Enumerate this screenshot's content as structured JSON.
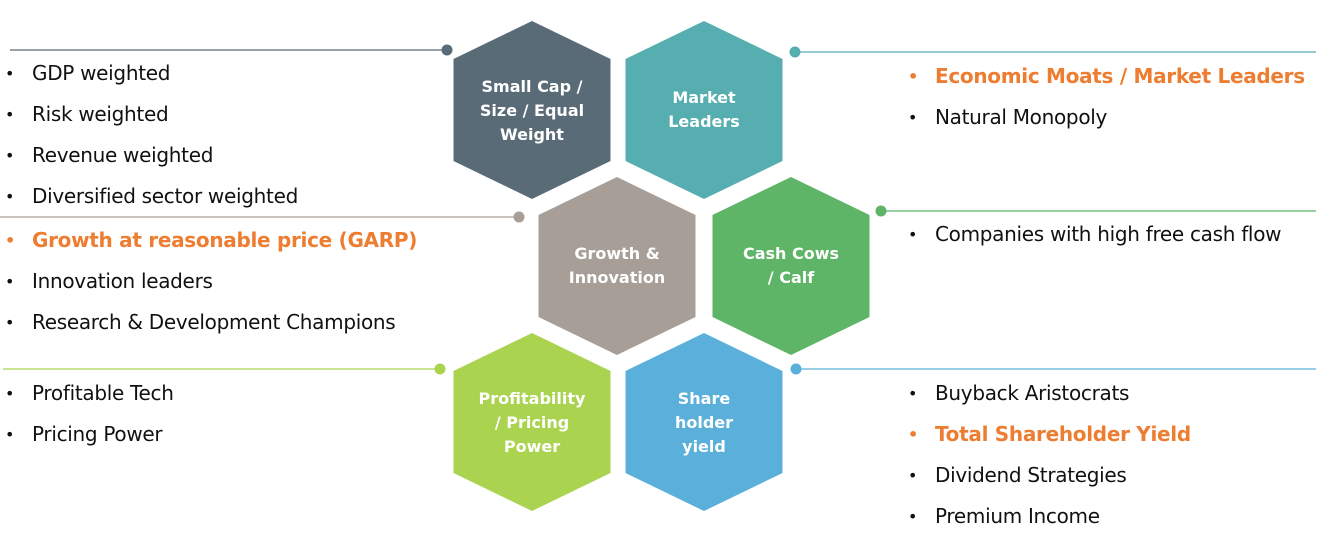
{
  "colors": {
    "slate": "#5A6B78",
    "teal": "#57AEB0",
    "taupe": "#A79F97",
    "green": "#5EB467",
    "lime": "#AAD350",
    "blue": "#5BB0DB",
    "highlight": "#ED7D31",
    "text": "#111111"
  },
  "hexagons": [
    {
      "id": "small-cap",
      "lines": [
        "Small Cap /",
        "Size / Equal",
        "Weight"
      ],
      "color": "#5A6B78"
    },
    {
      "id": "market-leaders",
      "lines": [
        "Market",
        "Leaders"
      ],
      "color": "#57AEB0"
    },
    {
      "id": "growth-innovation",
      "lines": [
        "Growth &",
        "Innovation"
      ],
      "color": "#A79F97"
    },
    {
      "id": "cash-cows",
      "lines": [
        "Cash Cows",
        "/ Calf"
      ],
      "color": "#5EB467"
    },
    {
      "id": "profitability",
      "lines": [
        "Profitability",
        "/ Pricing",
        "Power"
      ],
      "color": "#AAD350"
    },
    {
      "id": "shareholder-yield",
      "lines": [
        "Share",
        "holder",
        "yield"
      ],
      "color": "#5BB0DB"
    }
  ],
  "lists": {
    "small_cap": [
      {
        "text": "GDP weighted",
        "highlight": false
      },
      {
        "text": "Risk weighted",
        "highlight": false
      },
      {
        "text": "Revenue weighted",
        "highlight": false
      },
      {
        "text": "Diversified sector weighted",
        "highlight": false
      }
    ],
    "growth": [
      {
        "text": "Growth at reasonable price (GARP)",
        "highlight": true
      },
      {
        "text": "Innovation leaders",
        "highlight": false
      },
      {
        "text": "Research & Development Champions",
        "highlight": false
      }
    ],
    "profitability": [
      {
        "text": "Profitable Tech",
        "highlight": false
      },
      {
        "text": "Pricing Power",
        "highlight": false
      }
    ],
    "market_leaders": [
      {
        "text": "Economic Moats / Market Leaders",
        "highlight": true
      },
      {
        "text": "Natural Monopoly",
        "highlight": false
      }
    ],
    "cash_cows": [
      {
        "text": "Companies with high free cash flow",
        "highlight": false
      }
    ],
    "shareholder_yield": [
      {
        "text": "Buyback Aristocrats",
        "highlight": false
      },
      {
        "text": "Total Shareholder Yield",
        "highlight": true
      },
      {
        "text": "Dividend Strategies",
        "highlight": false
      },
      {
        "text": "Premium Income",
        "highlight": false
      }
    ]
  },
  "bullet_glyph": "•"
}
